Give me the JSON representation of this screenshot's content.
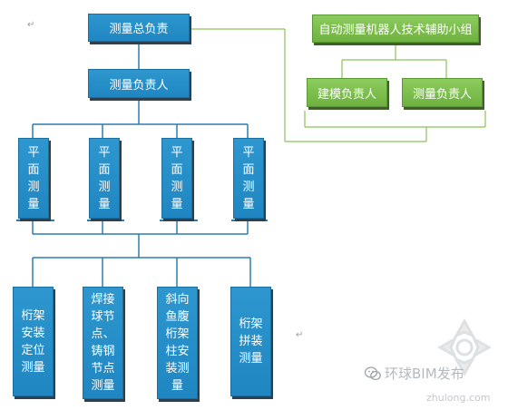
{
  "top": {
    "label": "测量总负责"
  },
  "assist_group": {
    "title": "自动测量机器人技术辅助小组",
    "members": [
      "建模负责人",
      "测量负责人"
    ]
  },
  "manager": {
    "label": "测量负责人"
  },
  "plane_units": [
    "平\n面\n测\n量",
    "平\n面\n测\n量",
    "平\n面\n测\n量",
    "平\n面\n测\n量"
  ],
  "work_units": [
    "桁架\n安装\n定位\n测量",
    "焊接\n球节\n点、\n铸钢\n节点\n测量",
    "斜向\n鱼腹\n桁架\n柱安\n装测\n量",
    "桁架\n拼装\n测量"
  ],
  "marks": {
    "paragraph": "↵"
  },
  "watermark": {
    "text": "环球BIM发布",
    "site": "zhulong.com"
  },
  "colors": {
    "blue": "#1f86c1",
    "green": "#6fb240",
    "line_blue": "#2c7cb0",
    "line_green": "#8dc15a"
  }
}
